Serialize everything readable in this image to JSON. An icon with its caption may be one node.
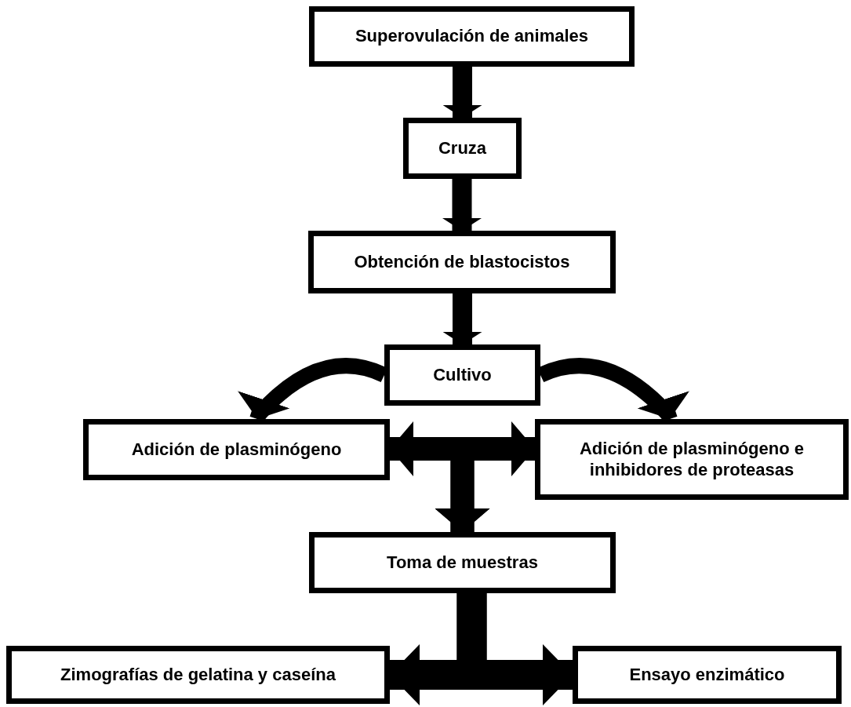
{
  "diagram": {
    "nodes": [
      {
        "text": [
          "Superovulación de animales"
        ]
      },
      {
        "text": [
          "Cruza"
        ]
      },
      {
        "text": [
          "Obtención de blastocistos"
        ]
      },
      {
        "text": [
          "Cultivo"
        ]
      },
      {
        "text": [
          "Adición de plasminógeno"
        ]
      },
      {
        "text": [
          "Adición de plasminógeno e inhibidores de proteasas"
        ]
      },
      {
        "text": [
          "Toma de muestras"
        ]
      },
      {
        "text": [
          "Zimografías de gelatina y caseína"
        ]
      },
      {
        "text": [
          "Ensayo enzimático"
        ]
      }
    ],
    "edges": [
      {
        "from": 0,
        "to": 1,
        "arrow": "to"
      },
      {
        "from": 1,
        "to": 2,
        "arrow": "to"
      },
      {
        "from": 2,
        "to": 3,
        "arrow": "to"
      },
      {
        "from": 3,
        "to": 4,
        "arrow": "to"
      },
      {
        "from": 3,
        "to": 5,
        "arrow": "to"
      },
      {
        "from": 4,
        "to": 6,
        "arrow": "both"
      },
      {
        "from": 5,
        "to": 6,
        "arrow": "both"
      },
      {
        "from": 6,
        "to": 7,
        "arrow": "to"
      },
      {
        "from": 6,
        "to": 8,
        "arrow": "to"
      }
    ]
  }
}
